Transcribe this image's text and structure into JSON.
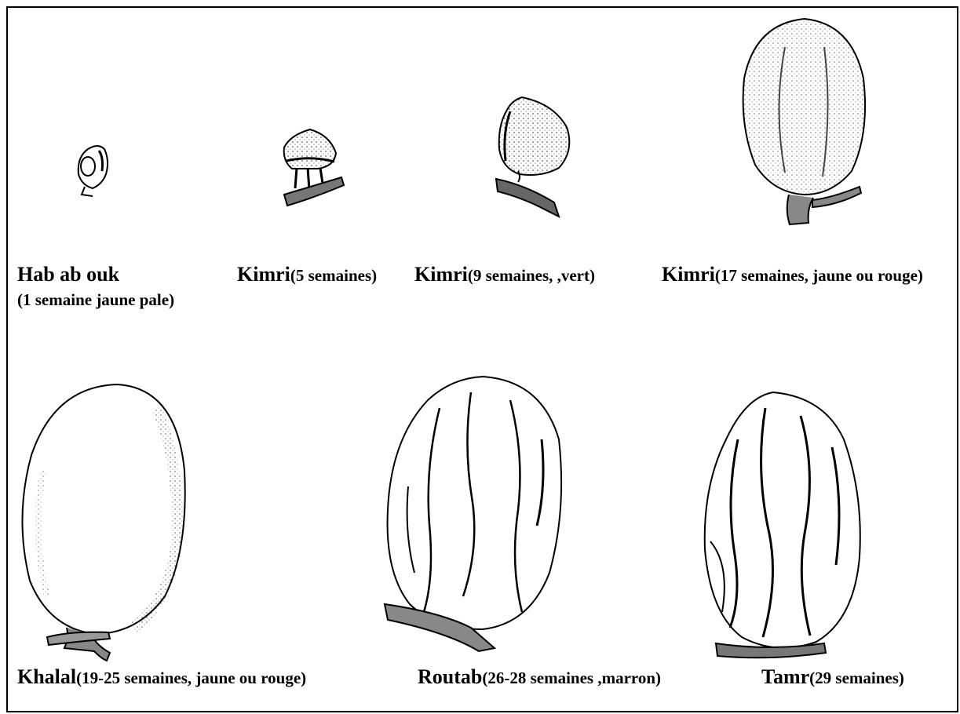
{
  "stages": [
    {
      "name": "Hababouk",
      "name_display": "Hab ab ouk",
      "detail": "(1 semaine jaune pale)",
      "icon": "tiny-bud-icon"
    },
    {
      "name": "Kimri",
      "detail": "(5 semaines)",
      "icon": "small-fruit-icon"
    },
    {
      "name": "Kimri",
      "detail": "(9 semaines, ,vert)",
      "icon": "green-fruit-icon"
    },
    {
      "name": "Kimri",
      "detail": "(17 semaines, jaune ou rouge)",
      "icon": "oval-fruit-icon"
    },
    {
      "name": "Khalal",
      "detail": "(19-25 semaines, jaune ou rouge)",
      "icon": "smooth-date-icon"
    },
    {
      "name": "Routab",
      "detail": "(26-28 semaines ,marron)",
      "icon": "wrinkled-date-icon"
    },
    {
      "name": "Tamr",
      "detail": "(29 semaines)",
      "icon": "dried-date-icon"
    }
  ],
  "colors": {
    "ink": "#000000",
    "shade": "#5a5a5a",
    "background": "#ffffff"
  }
}
